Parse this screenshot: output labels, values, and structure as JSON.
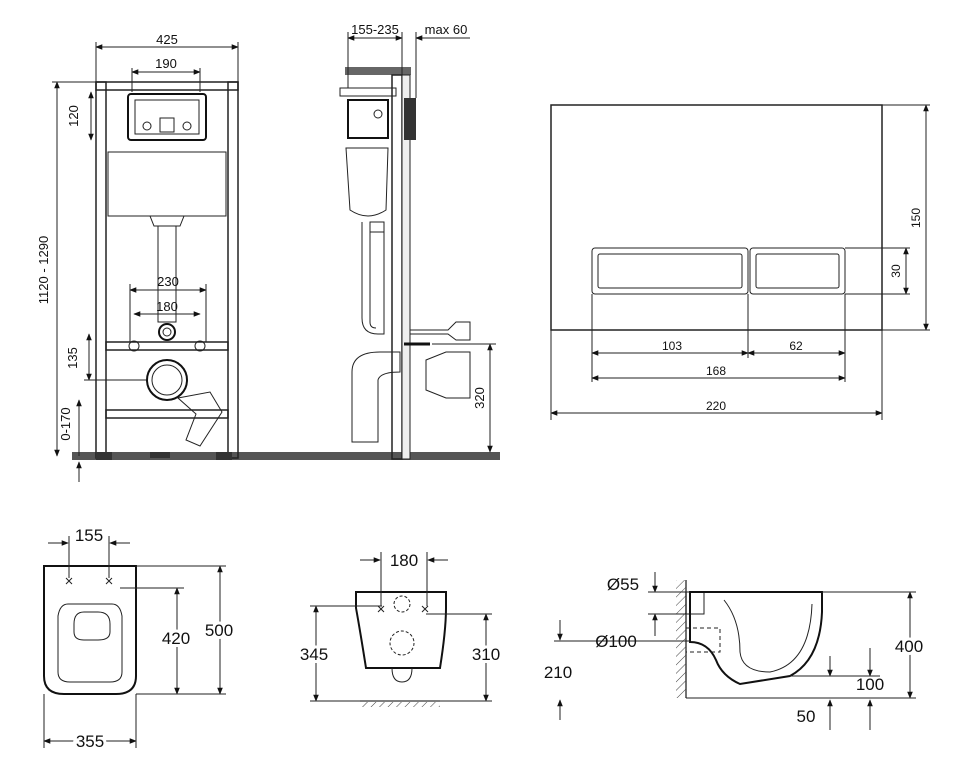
{
  "frontView": {
    "width": "425",
    "topWidth": "190",
    "heightTop": "120",
    "height": "1120 - 1290",
    "boltSpacingOuter": "230",
    "boltSpacingInner": "180",
    "outletHeight": "135",
    "legAdjust": "0-170"
  },
  "sideView": {
    "depth": "155-235",
    "maxDepth": "max 60",
    "outletHeight": "320"
  },
  "flushPlate": {
    "height": "150",
    "buttonHeight": "30",
    "leftButton": "103",
    "rightButton": "62",
    "buttonsTotal": "168",
    "width": "220"
  },
  "bowlTop": {
    "holeSpacing": "155",
    "innerLength": "420",
    "length": "500",
    "width": "355"
  },
  "bowlFront": {
    "holeSpacing": "180",
    "leftHeight": "345",
    "rightHeight": "310"
  },
  "bowlSide": {
    "inlet": "Ø55",
    "outlet": "Ø100",
    "outletHeight": "210",
    "height": "400",
    "bottomOffset": "100",
    "rimOffset": "50"
  }
}
